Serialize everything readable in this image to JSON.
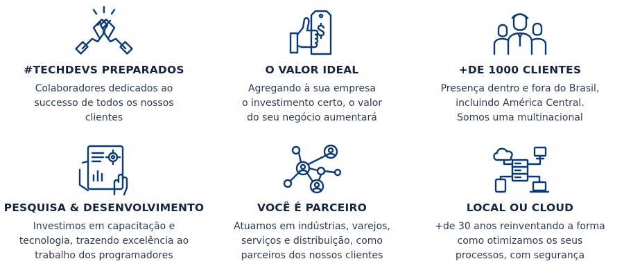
{
  "colors": {
    "icon": "#0b3a72",
    "title": "#16263f",
    "text": "#2c3b52",
    "background": "#ffffff"
  },
  "features": [
    {
      "icon": "handshake-icon",
      "title": "#TECHDEVS PREPARADOS",
      "lines": [
        "Colaboradores dedicados ao",
        "successo de todos os nossos",
        "clientes"
      ]
    },
    {
      "icon": "thumbs-up-price-tag-icon",
      "title": "O VALOR IDEAL",
      "lines": [
        "Agregando à sua empresa",
        "o investimento certo, o valor",
        "do seu negócio aumentará"
      ]
    },
    {
      "icon": "team-people-icon",
      "title": "+DE 1000 CLIENTES",
      "lines": [
        "Presença dentro e fora do Brasil,",
        "incluindo América Central.",
        "Somos uma multinacional"
      ]
    },
    {
      "icon": "research-tablet-icon",
      "title": "PESQUISA & DESENVOLVIMENTO",
      "lines": [
        "Investimos em capacitação e",
        "tecnologia, trazendo excelência ao",
        "trabalho dos programadores"
      ]
    },
    {
      "icon": "network-partners-icon",
      "title": "VOCÊ É PARCEIRO",
      "lines": [
        "Atuamos em indústrias, varejos,",
        "serviços e distribuição, como",
        "parceiros dos nossos clientes"
      ]
    },
    {
      "icon": "cloud-server-icon",
      "title": "LOCAL OU CLOUD",
      "lines": [
        "+de 30 anos reinventando a forma",
        "como otimizamos os seus",
        "processos, com segurança"
      ]
    }
  ]
}
